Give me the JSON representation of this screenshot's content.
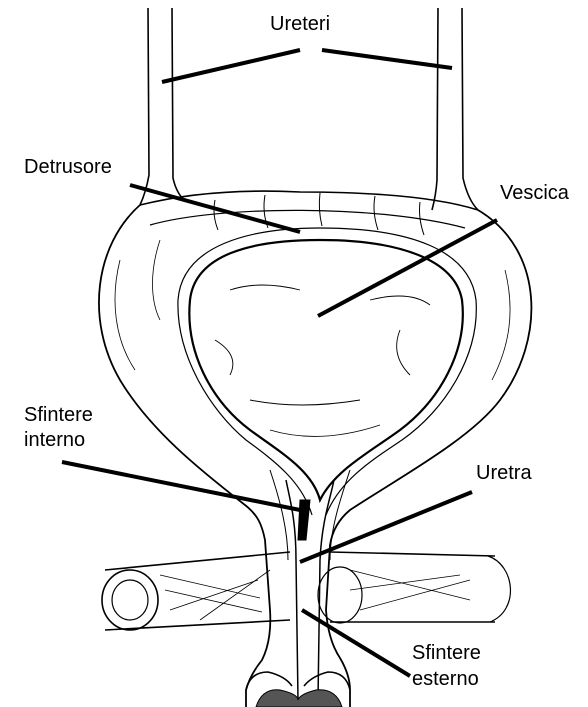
{
  "labels": {
    "ureters": "Ureteri",
    "detrusor": "Detrusore",
    "bladder": "Vescica",
    "internal_sphincter_1": "Sfintere",
    "internal_sphincter_2": "interno",
    "urethra": "Uretra",
    "external_sphincter_1": "Sfintere",
    "external_sphincter_2": "esterno"
  },
  "colors": {
    "ink": "#000000",
    "paper": "#ffffff",
    "shade": "#555555"
  }
}
